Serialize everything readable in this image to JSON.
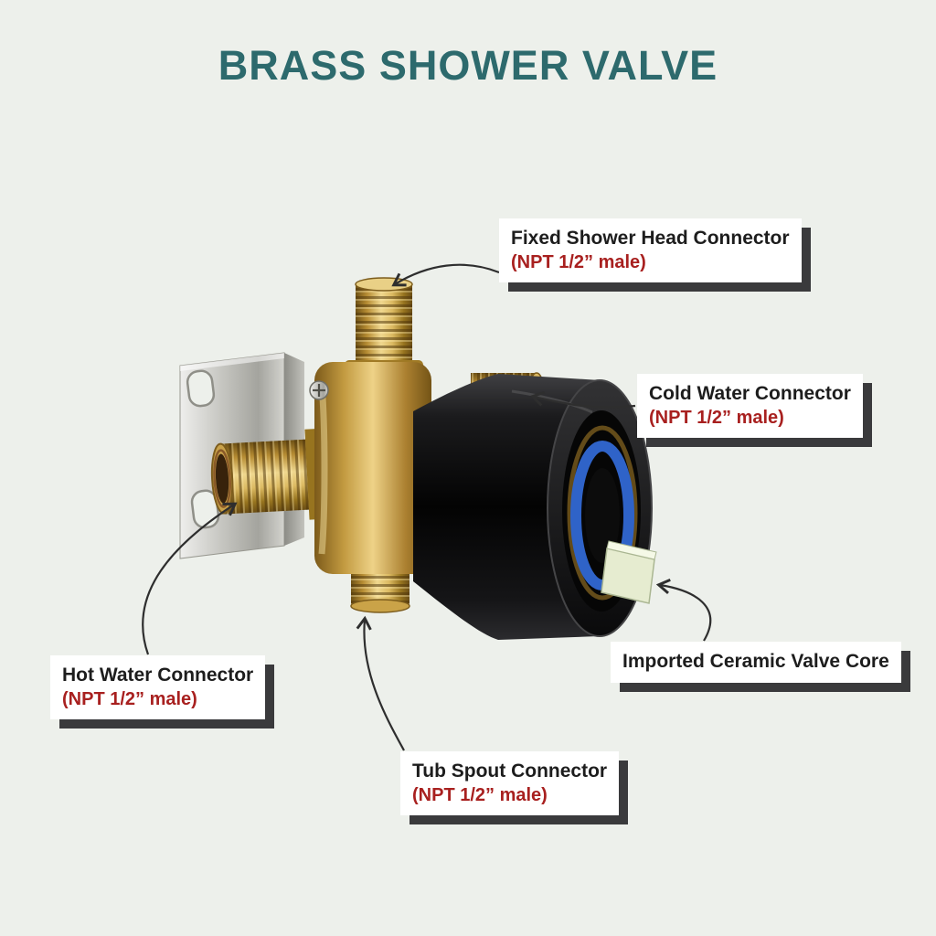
{
  "title": {
    "text": "BRASS SHOWER VALVE"
  },
  "callouts": {
    "fixed_shower_head": {
      "title": "Fixed Shower Head Connector",
      "subtitle": "(NPT 1/2” male)"
    },
    "cold_water": {
      "title": "Cold Water Connector",
      "subtitle": "(NPT 1/2” male)"
    },
    "ceramic_valve_core": {
      "title": "Imported Ceramic Valve Core"
    },
    "hot_water": {
      "title": "Hot Water Connector",
      "subtitle": "(NPT 1/2” male)"
    },
    "tub_spout": {
      "title": "Tub Spout Connector",
      "subtitle": "(NPT 1/2” male)"
    }
  },
  "colors": {
    "background": "#edf0eb",
    "title": "#2d6a6d",
    "label_title": "#1d1d1d",
    "label_spec": "#a8201f",
    "label_shadow": "#3a3a3c",
    "brass": "#c9a24a",
    "cover_black": "#0a0a0a",
    "cartridge_blue": "#2f63c8"
  }
}
